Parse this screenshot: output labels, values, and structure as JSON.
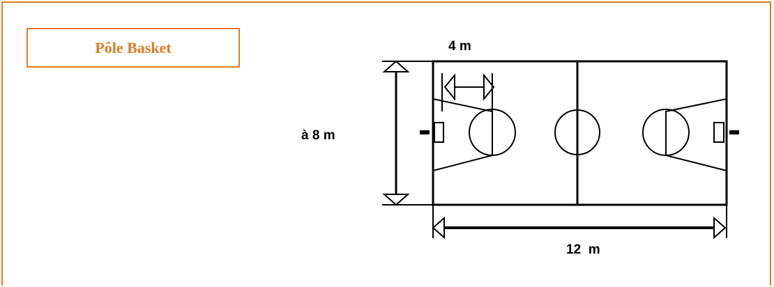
{
  "title": "Pôle Basket",
  "diagram": {
    "label_width_key": "4 m",
    "label_height": "à 8 m",
    "label_length": "12  m"
  },
  "colors": {
    "accent": "#E07B22",
    "line": "#000000"
  }
}
